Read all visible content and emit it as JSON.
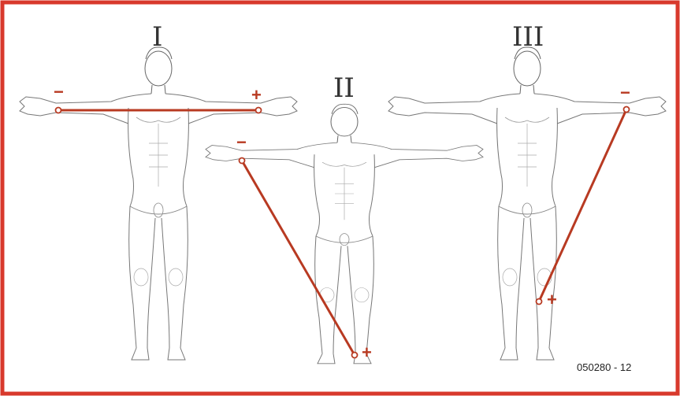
{
  "frame": {
    "border_color": "#d8392c",
    "line_color": "#b83a22"
  },
  "leads": [
    {
      "id": "I",
      "label": "I",
      "neg": "−",
      "pos": "+"
    },
    {
      "id": "II",
      "label": "II",
      "neg": "−",
      "pos": "+"
    },
    {
      "id": "III",
      "label": "III",
      "neg": "−",
      "pos": "+"
    }
  ],
  "reference_code": "050280 - 12"
}
